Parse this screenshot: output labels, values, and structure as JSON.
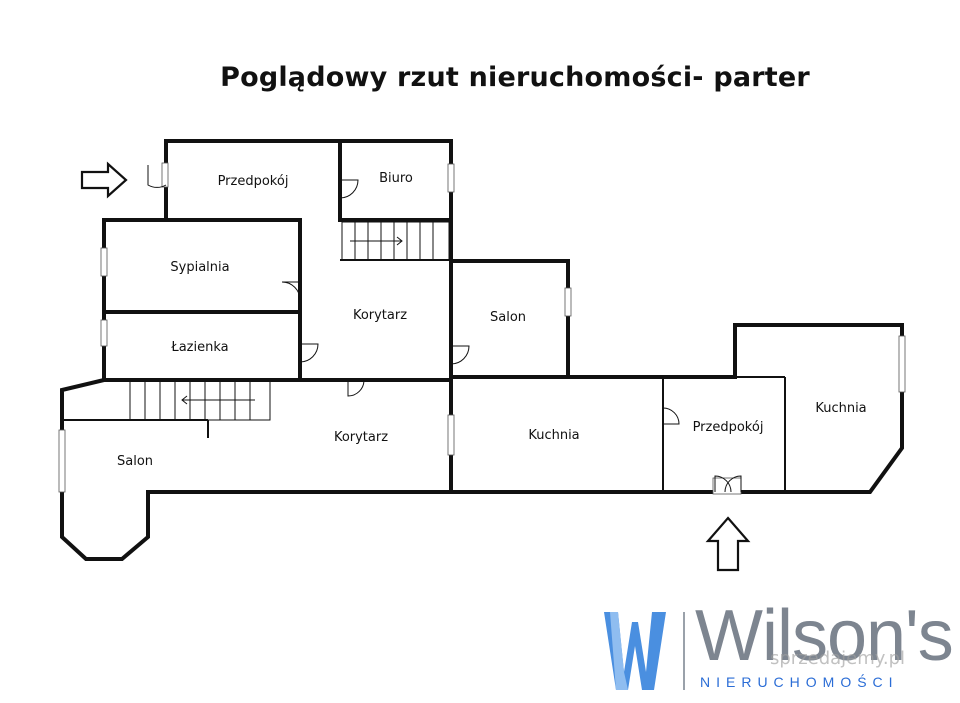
{
  "title": "Poglądowy rzut nieruchomości- parter",
  "rooms": {
    "przedpokoj_top": "Przedpokój",
    "biuro": "Biuro",
    "sypialnia": "Sypialnia",
    "korytarz_upper": "Korytarz",
    "salon_upper": "Salon",
    "lazienka": "Łazienka",
    "korytarz_lower": "Korytarz",
    "salon_left": "Salon",
    "kuchnia_center": "Kuchnia",
    "przedpokoj_right": "Przedpokój",
    "kuchnia_right": "Kuchnia"
  },
  "entrances": {
    "left_arrow": "arrow-right-icon",
    "bottom_arrow": "arrow-up-icon"
  },
  "brand": {
    "name": "Wilson's",
    "sub": "NIERUCHOMOŚCI",
    "logo_icon": "w-logo-icon",
    "watermark": "sprzedajemy.pl",
    "color_blue": "#2b6dd6",
    "color_grey": "#7d8590"
  }
}
